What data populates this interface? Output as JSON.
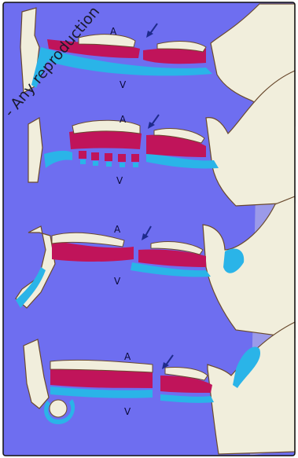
{
  "figure": {
    "background": "#6E6EF0",
    "border_color": "#101010",
    "wall_fill": "#F1EEDC",
    "wall_stroke": "#6A4A2E",
    "red_layer": "#C0145A",
    "cyan_layer": "#2AB4E8",
    "arrow_color": "#1E2A8C",
    "panels": [
      {
        "upper_label": "A",
        "lower_label": "V"
      },
      {
        "upper_label": "A",
        "lower_label": "V"
      },
      {
        "upper_label": "A",
        "lower_label": "V"
      },
      {
        "upper_label": "A",
        "lower_label": "V"
      }
    ]
  },
  "watermark": {
    "text": "- Any reproduction",
    "color": "#1A1A2E"
  }
}
